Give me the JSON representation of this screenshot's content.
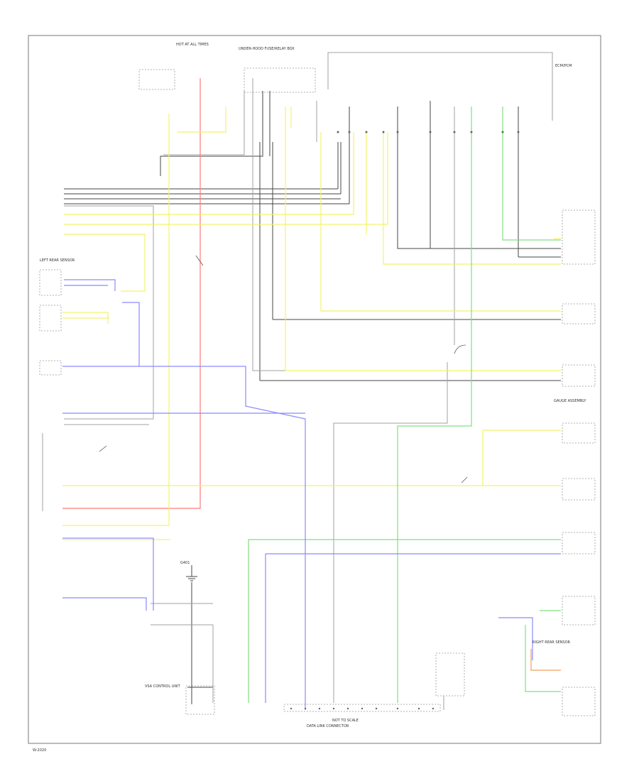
{
  "diagram": {
    "wire_colors": {
      "red": "#ff7a7a",
      "yellow": "#f2f26a",
      "blue": "#8a8aff",
      "green": "#7fe07f",
      "black": "#444444",
      "gray": "#9a9a9a",
      "orange": "#f0a060"
    },
    "labels": {
      "ign_switch": "HOT AT ALL TIMES",
      "fuse_box": "UNDER-HOOD FUSE/RELAY BOX",
      "bottom_rear": "NOT TO SCALE",
      "ground": "G401",
      "data_link": "DATA LINK CONNECTOR",
      "left_rear_sensor": "LEFT REAR SENSOR",
      "right_rear_sensor": "RIGHT REAR SENSOR",
      "control_unit": "VSA CONTROL UNIT",
      "gauge_assembly": "GAUGE ASSEMBLY",
      "ecm_pcm": "ECM/PCM"
    },
    "corner_mark": "W-2020"
  }
}
